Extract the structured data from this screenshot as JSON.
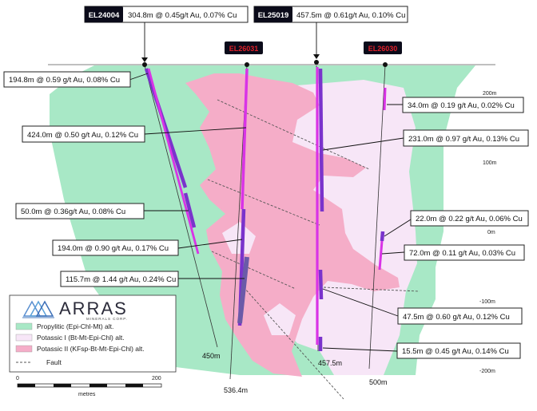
{
  "holes": {
    "el24004": {
      "id": "EL24004",
      "intercept": "304.8m @ 0.45g/t Au, 0.07% Cu",
      "depth": "450m"
    },
    "el25019": {
      "id": "EL25019",
      "intercept": "457.5m @ 0.61g/t Au, 0.10% Cu",
      "depth": "457.5m"
    },
    "el26031": {
      "id": "EL26031",
      "depth": "536.4m"
    },
    "el26030": {
      "id": "EL26030",
      "depth": "500m"
    }
  },
  "intercepts": [
    "194.8m @ 0.59 g/t Au, 0.08% Cu",
    "424.0m @ 0.50 g/t Au, 0.12% Cu",
    "50.0m @ 0.36g/t Au, 0.08% Cu",
    "194.0m @ 0.90 g/t Au, 0.17% Cu",
    "115.7m @ 1.44 g/t Au, 0.24% Cu",
    "34.0m @ 0.19 g/t Au, 0.02% Cu",
    "231.0m @ 0.97 g/t Au, 0.13% Cu",
    "22.0m @ 0.22 g/t Au, 0.06% Cu",
    "72.0m @ 0.11 g/t Au, 0.03% Cu",
    "47.5m @ 0.60 g/t Au, 0.12% Cu",
    "15.5m @ 0.45 g/t Au, 0.14% Cu"
  ],
  "elevations": [
    "200m",
    "100m",
    "0m",
    "-100m",
    "-200m"
  ],
  "legend": {
    "company": "ARRAS",
    "company_sub": "MINERALS CORP.",
    "items": [
      {
        "label": "Propylitic (Epi-Chl-Mt) alt.",
        "color": "#a8e8c6"
      },
      {
        "label": "Potassic I (Bt-Mt-Epi-Chl) alt.",
        "color": "#f7e6f7"
      },
      {
        "label": "Potassic II (KFsp-Bt-Mt-Epi-Chl) alt.",
        "color": "#f5adc8"
      },
      {
        "label": "Fault"
      }
    ]
  },
  "scale": {
    "start": "0",
    "end": "200",
    "unit": "metres"
  },
  "colors": {
    "propylitic": "#a8e8c6",
    "potassic1": "#f7e6f7",
    "potassic2": "#f5adc8",
    "hole_magenta": "#d933e6",
    "hole_purple": "#7a33cc",
    "label_red": "#e0202a"
  }
}
